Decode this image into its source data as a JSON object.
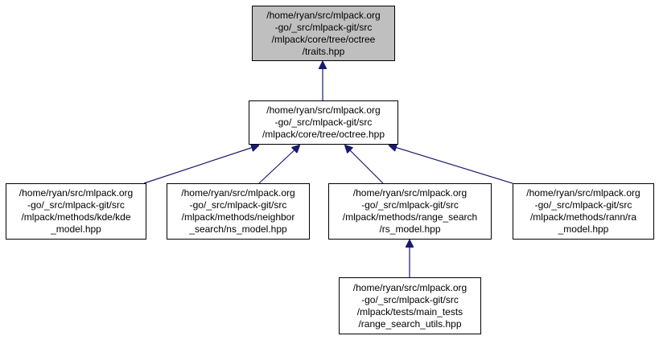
{
  "colors": {
    "edge": "#191970",
    "highlight_fill": "#bfbfbf",
    "node_fill": "#ffffff",
    "node_border": "#000000"
  },
  "nodes": {
    "traits": {
      "lines": [
        "/home/ryan/src/mlpack.org",
        "-go/_src/mlpack-git/src",
        "/mlpack/core/tree/octree",
        "/traits.hpp"
      ],
      "highlighted": true
    },
    "octree": {
      "lines": [
        "/home/ryan/src/mlpack.org",
        "-go/_src/mlpack-git/src",
        "/mlpack/core/tree/octree.hpp"
      ]
    },
    "kde_model": {
      "lines": [
        "/home/ryan/src/mlpack.org",
        "-go/_src/mlpack-git/src",
        "/mlpack/methods/kde/kde",
        "_model.hpp"
      ]
    },
    "ns_model": {
      "lines": [
        "/home/ryan/src/mlpack.org",
        "-go/_src/mlpack-git/src",
        "/mlpack/methods/neighbor",
        "_search/ns_model.hpp"
      ]
    },
    "rs_model": {
      "lines": [
        "/home/ryan/src/mlpack.org",
        "-go/_src/mlpack-git/src",
        "/mlpack/methods/range_search",
        "/rs_model.hpp"
      ]
    },
    "ra_model": {
      "lines": [
        "/home/ryan/src/mlpack.org",
        "-go/_src/mlpack-git/src",
        "/mlpack/methods/rann/ra",
        "_model.hpp"
      ]
    },
    "range_search_utils": {
      "lines": [
        "/home/ryan/src/mlpack.org",
        "-go/_src/mlpack-git/src",
        "/mlpack/tests/main_tests",
        "/range_search_utils.hpp"
      ]
    }
  },
  "edges": [
    {
      "from": "octree",
      "to": "traits"
    },
    {
      "from": "kde_model",
      "to": "octree"
    },
    {
      "from": "ns_model",
      "to": "octree"
    },
    {
      "from": "rs_model",
      "to": "octree"
    },
    {
      "from": "ra_model",
      "to": "octree"
    },
    {
      "from": "range_search_utils",
      "to": "rs_model"
    }
  ]
}
